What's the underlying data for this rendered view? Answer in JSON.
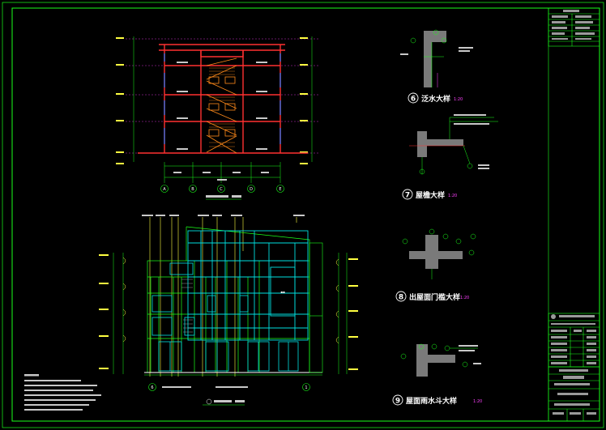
{
  "colors": {
    "frame": "#1aff1a",
    "wall": "#ff3030",
    "stair": "#ff8a1a",
    "glass": "#00e0e0",
    "dim": "#ffff40",
    "text": "#ffffff",
    "hatch": "#7a7a7a",
    "magenta": "#ff40ff"
  },
  "details": {
    "d6": {
      "num": "6",
      "title": "泛水大样",
      "scale": "1:20"
    },
    "d7": {
      "num": "7",
      "title": "屋檐大样",
      "scale": "1:20"
    },
    "d8": {
      "num": "8",
      "title": "出屋面门槛大样",
      "scale": "1:20"
    },
    "d9": {
      "num": "9",
      "title": "屋面雨水斗大样",
      "scale": "1:20"
    }
  },
  "section": {
    "axes": [
      "A",
      "B",
      "C",
      "D",
      "E"
    ]
  },
  "elevation": {
    "axes": [
      "6",
      "1"
    ]
  }
}
